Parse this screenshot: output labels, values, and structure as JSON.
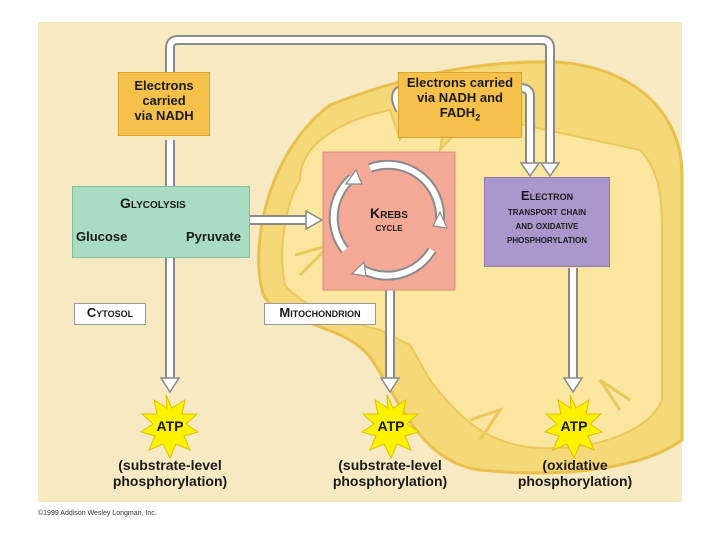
{
  "colors": {
    "background": "#f7e9c2",
    "mitochondrion_outer": "#f5d978",
    "mitochondrion_inner": "#fbe69f",
    "arrow_fill": "#ffffff",
    "arrow_stroke": "#8a8a8a",
    "nadh_box": "#f5c14b",
    "glycolysis_box": "#a9dcc2",
    "krebs_box": "#f3a995",
    "etc_box": "#aa98cc",
    "atp_burst": "#fff200",
    "label_box": "#ffffff"
  },
  "electrons_nadh": {
    "line1": "Electrons",
    "line2": "carried",
    "line3": "via NADH"
  },
  "electrons_nadh_fadh2": {
    "line1": "Electrons carried",
    "line2": "via NADH and",
    "line3": "FADH",
    "sub": "2"
  },
  "glycolysis": {
    "title": "Glycolysis",
    "glucose": "Glucose",
    "pyruvate": "Pyruvate"
  },
  "krebs": {
    "line1": "Krebs",
    "line2": "cycle"
  },
  "etc": {
    "line1": "Electron",
    "line2": "transport chain",
    "line3": "and oxidative",
    "line4": "phosphorylation"
  },
  "cytosol": {
    "label": "Cytosol"
  },
  "mitochondrion": {
    "label": "Mitochondrion"
  },
  "atp": [
    {
      "label": "ATP",
      "line1": "(substrate-level",
      "line2": "phosphorylation)"
    },
    {
      "label": "ATP",
      "line1": "(substrate-level",
      "line2": "phosphorylation)"
    },
    {
      "label": "ATP",
      "line1": "(oxidative",
      "line2": "phosphorylation)"
    }
  ],
  "copyright": "©1999 Addison Wesley Longman, Inc."
}
